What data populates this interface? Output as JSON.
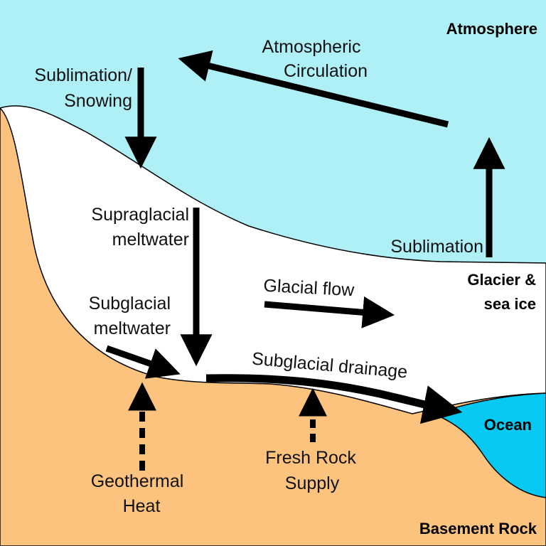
{
  "colors": {
    "atmosphere": "#aef0f5",
    "glacier": "#ffffff",
    "rock": "#fcc37e",
    "ocean": "#06c8f0",
    "arrow": "#000000"
  },
  "zones": {
    "atmosphere": "Atmosphere",
    "glacier_line1": "Glacier &",
    "glacier_line2": "sea ice",
    "ocean": "Ocean",
    "rock": "Basement Rock"
  },
  "processes": {
    "atmospheric_circulation_1": "Atmospheric",
    "atmospheric_circulation_2": "Circulation",
    "sublimation_snowing_1": "Sublimation/",
    "sublimation_snowing_2": "Snowing",
    "sublimation": "Sublimation",
    "supraglacial_1": "Supraglacial",
    "supraglacial_2": "meltwater",
    "subglacial_1": "Subglacial",
    "subglacial_2": "meltwater",
    "glacial_flow": "Glacial flow",
    "subglacial_drainage": "Subglacial drainage",
    "geothermal_1": "Geothermal",
    "geothermal_2": "Heat",
    "fresh_rock_1": "Fresh Rock",
    "fresh_rock_2": "Supply"
  },
  "arrow_style": {
    "solid": "solid",
    "dashed": "dashed"
  }
}
